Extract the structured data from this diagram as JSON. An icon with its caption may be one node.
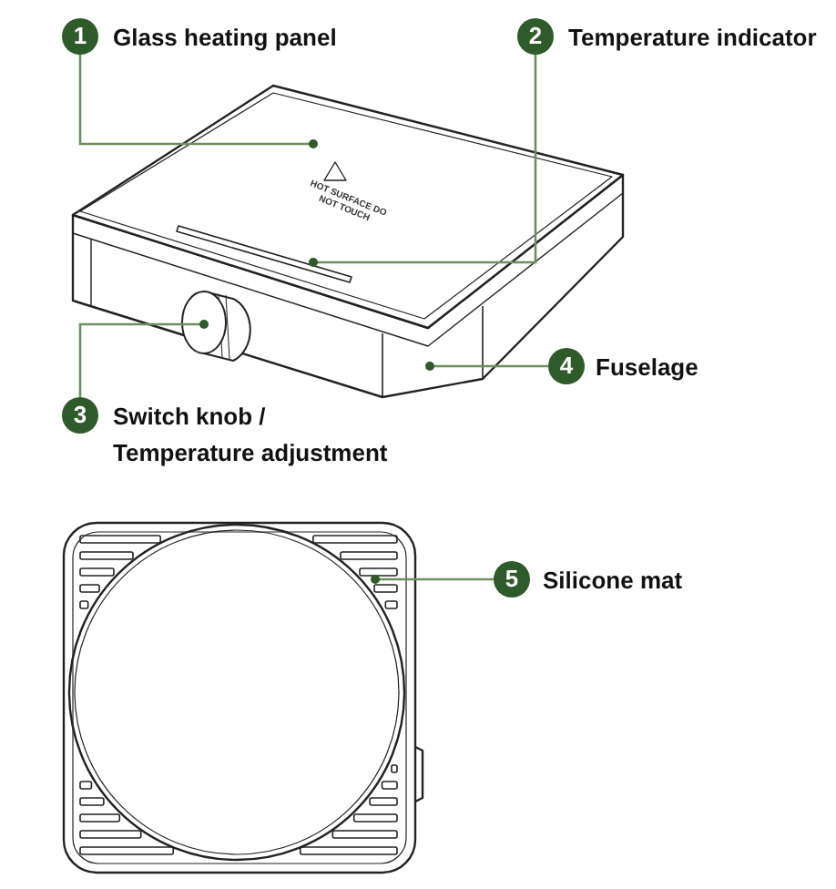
{
  "diagram": {
    "nodes": [
      {
        "text": [
          "1"
        ],
        "beside": [
          "Glass heating panel"
        ]
      },
      {
        "text": [
          "2"
        ],
        "beside": [
          "Temperature indicator"
        ]
      },
      {
        "text": [
          "3"
        ],
        "beside": [
          "Switch knob / Temperature adjustment"
        ]
      },
      {
        "text": [
          "4"
        ],
        "beside": [
          "Fuselage"
        ]
      },
      {
        "text": [
          "5"
        ],
        "beside": [
          "Silicone mat"
        ]
      },
      {
        "text": [],
        "shape": "box"
      },
      {
        "text": [],
        "shape": "bar",
        "in": 5
      },
      {
        "text": [],
        "shape": "circle",
        "in": 8
      },
      {
        "text": [],
        "shape": "box"
      },
      {
        "text": [],
        "shape": "box"
      }
    ],
    "edges": [
      {
        "from": 0,
        "to": 5,
        "arrow": "other"
      },
      {
        "from": 1,
        "to": 6,
        "arrow": "other"
      },
      {
        "from": 2,
        "to": 7,
        "arrow": "other"
      },
      {
        "from": 3,
        "to": 8,
        "arrow": "other"
      },
      {
        "from": 4,
        "to": 9,
        "arrow": "other"
      }
    ],
    "labels": [
      "HOT SURFACE DO NOT TOUCH"
    ]
  }
}
